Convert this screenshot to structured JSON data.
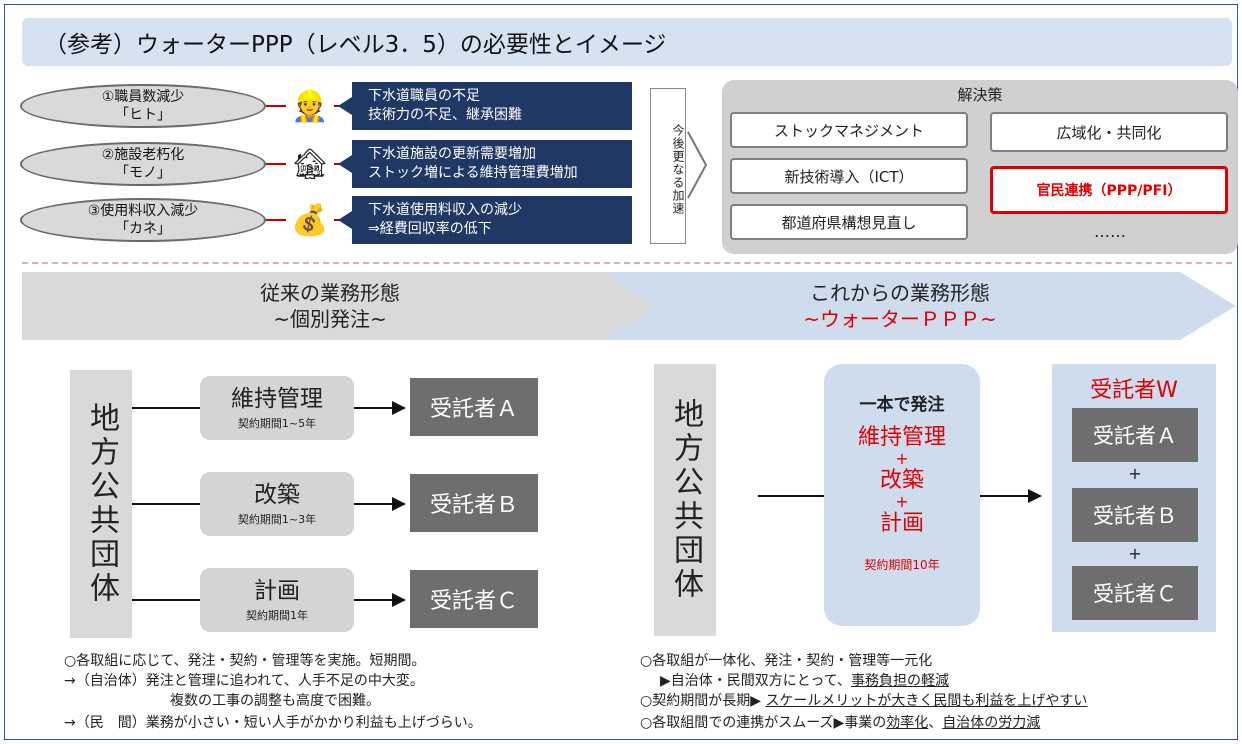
{
  "title": "（参考）ウォーターPPP（レベル3．5）の必要性とイメージ",
  "issues": [
    {
      "label": "①職員数減少",
      "sub": "「ヒト」",
      "icon": "worker-icon",
      "glyph": "👷",
      "lines": [
        "下水道職員の不足",
        "技術力の不足、継承困難"
      ]
    },
    {
      "label": "②施設老朽化",
      "sub": "「モノ」",
      "icon": "old-facility-icon",
      "glyph": "🏚",
      "lines": [
        "下水道施設の更新需要増加",
        "ストック増による維持管理費増加"
      ]
    },
    {
      "label": "③使用料収入減少",
      "sub": "「カネ」",
      "icon": "money-bag-icon",
      "glyph": "💰",
      "lines": [
        "下水道使用料収入の減少",
        "⇒経費回収率の低下"
      ]
    }
  ],
  "acceleration_label": "今後更なる加速",
  "solutions": {
    "title": "解決策",
    "items": [
      "ストックマネジメント",
      "広域化・共同化",
      "新技術導入（ICT）",
      "官民連携（PPP/PFI）",
      "都道府県構想見直し",
      "……"
    ]
  },
  "bands": {
    "left_line1": "従来の業務形態",
    "left_line2": "~個別発注~",
    "right_line1": "これからの業務形態",
    "right_line2": "~ウォーターＰＰＰ~",
    "right_line2_color": "#e00000"
  },
  "left_diagram": {
    "org": "地方公共団体",
    "tasks": [
      {
        "name": "維持管理",
        "period": "契約期間1~5年",
        "contractor": "受託者Ａ"
      },
      {
        "name": "改築",
        "period": "契約期間1~3年",
        "contractor": "受託者Ｂ"
      },
      {
        "name": "計画",
        "period": "契約期間1年",
        "contractor": "受託者Ｃ"
      }
    ]
  },
  "right_diagram": {
    "org": "地方公共団体",
    "bundle_title": "一本で発注",
    "bundle_items": [
      "維持管理",
      "+",
      "改築",
      "+",
      "計画"
    ],
    "bundle_period": "契約期間10年",
    "group_title": "受託者W",
    "contractors": [
      "受託者Ａ",
      "+",
      "受託者Ｂ",
      "+",
      "受託者Ｃ"
    ],
    "accent": "#e00000"
  },
  "notes_left": [
    "○各取組に応じて、発注・契約・管理等を実施。短期間。",
    "→（自治体）発注と管理に追われて、人手不足の中大変。",
    "複数の工事の調整も高度で困難。",
    "→（民　間）業務が小さい・短い人手がかかり利益も上げづらい。"
  ],
  "notes_right": {
    "l1": "○各取組が一体化、発注・契約・管理等一元化",
    "l2_a": "▶自治体・民間双方にとって、",
    "l2_b": "事務負担の軽減",
    "l3_a": "○契約期間が長期▶",
    "l3_b": "スケールメリットが大きく民間も利益を上げやすい",
    "l4_a": "○各取組間での連携がスムーズ▶事業の",
    "l4_b": "効率化",
    "l4_c": "、",
    "l4_d": "自治体の労力減"
  }
}
